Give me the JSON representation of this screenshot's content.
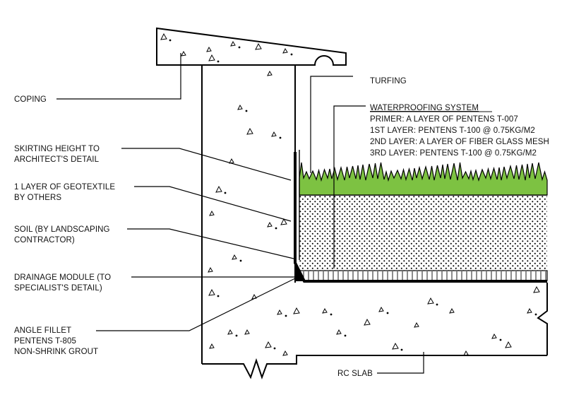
{
  "labels": {
    "coping": "COPING",
    "skirting": [
      "SKIRTING HEIGHT TO",
      "ARCHITECT'S DETAIL"
    ],
    "geotextile": [
      "1 LAYER OF GEOTEXTILE",
      "BY OTHERS"
    ],
    "soil": [
      "SOIL (BY LANDSCAPING",
      "CONTRACTOR)"
    ],
    "drainage": [
      "DRAINAGE MODULE (TO",
      "SPECIALIST'S DETAIL)"
    ],
    "fillet": [
      "ANGLE FILLET",
      "PENTENS T-805",
      "NON-SHRINK GROUT"
    ],
    "turfing": "TURFING",
    "rc_slab": "RC SLAB"
  },
  "waterproofing": {
    "title": "WATERPROOFING SYSTEM",
    "lines": [
      "PRIMER: A LAYER OF PENTENS T-007",
      "1ST LAYER: PENTENS T-100 @ 0.75KG/M2",
      "2ND LAYER: A LAYER OF FIBER GLASS MESH",
      "3RD LAYER: PENTENS T-100 @ 0.75KG/M2"
    ]
  },
  "colors": {
    "turf": "#7dc242",
    "ink": "#000000",
    "background": "#ffffff"
  }
}
